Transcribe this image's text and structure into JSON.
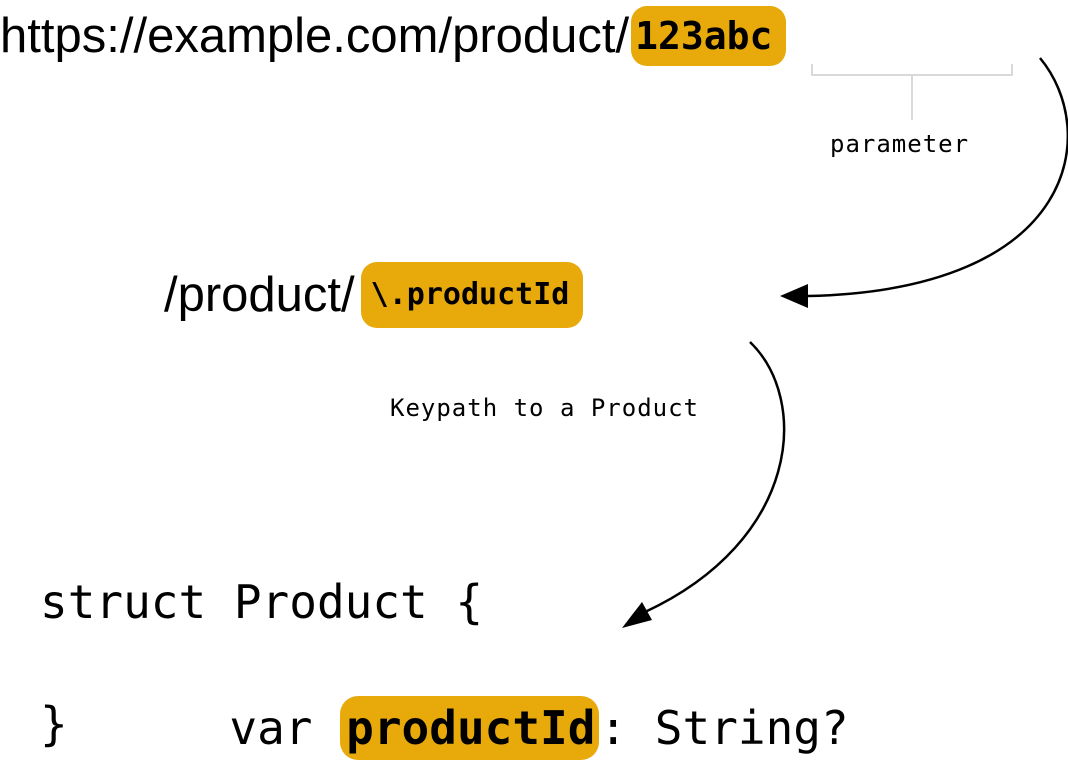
{
  "url": {
    "prefix": "https://example.com/product/",
    "parameter": "123abc"
  },
  "parameter_label": "parameter",
  "route": {
    "prefix": "/product/",
    "keypath": "\\.productId"
  },
  "keypath_label": "Keypath to a Product",
  "code": {
    "line1": "struct Product {",
    "line2_indent": "var ",
    "field": "productId",
    "line2_suffix": ": String?",
    "line3": "}"
  },
  "colors": {
    "highlight": "#e8a90a",
    "bracket": "#d9d9d9",
    "arrow": "#000000"
  }
}
